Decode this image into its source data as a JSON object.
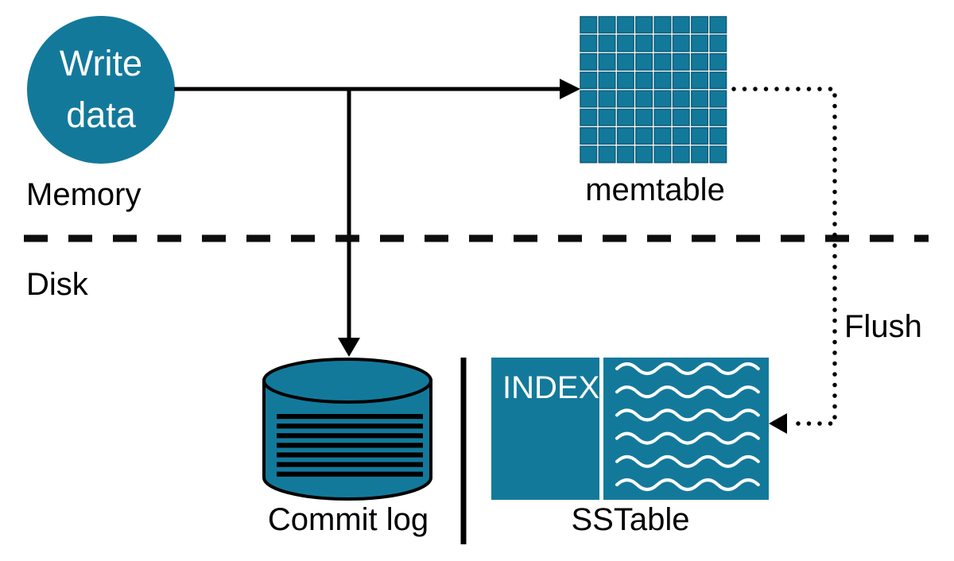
{
  "colors": {
    "teal": "#13799B",
    "ink": "#000000",
    "white": "#ffffff",
    "grid_cell_stroke": "#0d5c78"
  },
  "regions": {
    "memory_label": "Memory",
    "disk_label": "Disk"
  },
  "write_node": {
    "line1": "Write",
    "line2": "data"
  },
  "memtable": {
    "label": "memtable",
    "grid_rows": 8,
    "grid_cols": 8
  },
  "commit_log": {
    "label": "Commit log",
    "stripe_count": 7
  },
  "sstable": {
    "label": "SSTable",
    "index_label": "INDEX",
    "wave_count": 6
  },
  "flush": {
    "label": "Flush"
  }
}
